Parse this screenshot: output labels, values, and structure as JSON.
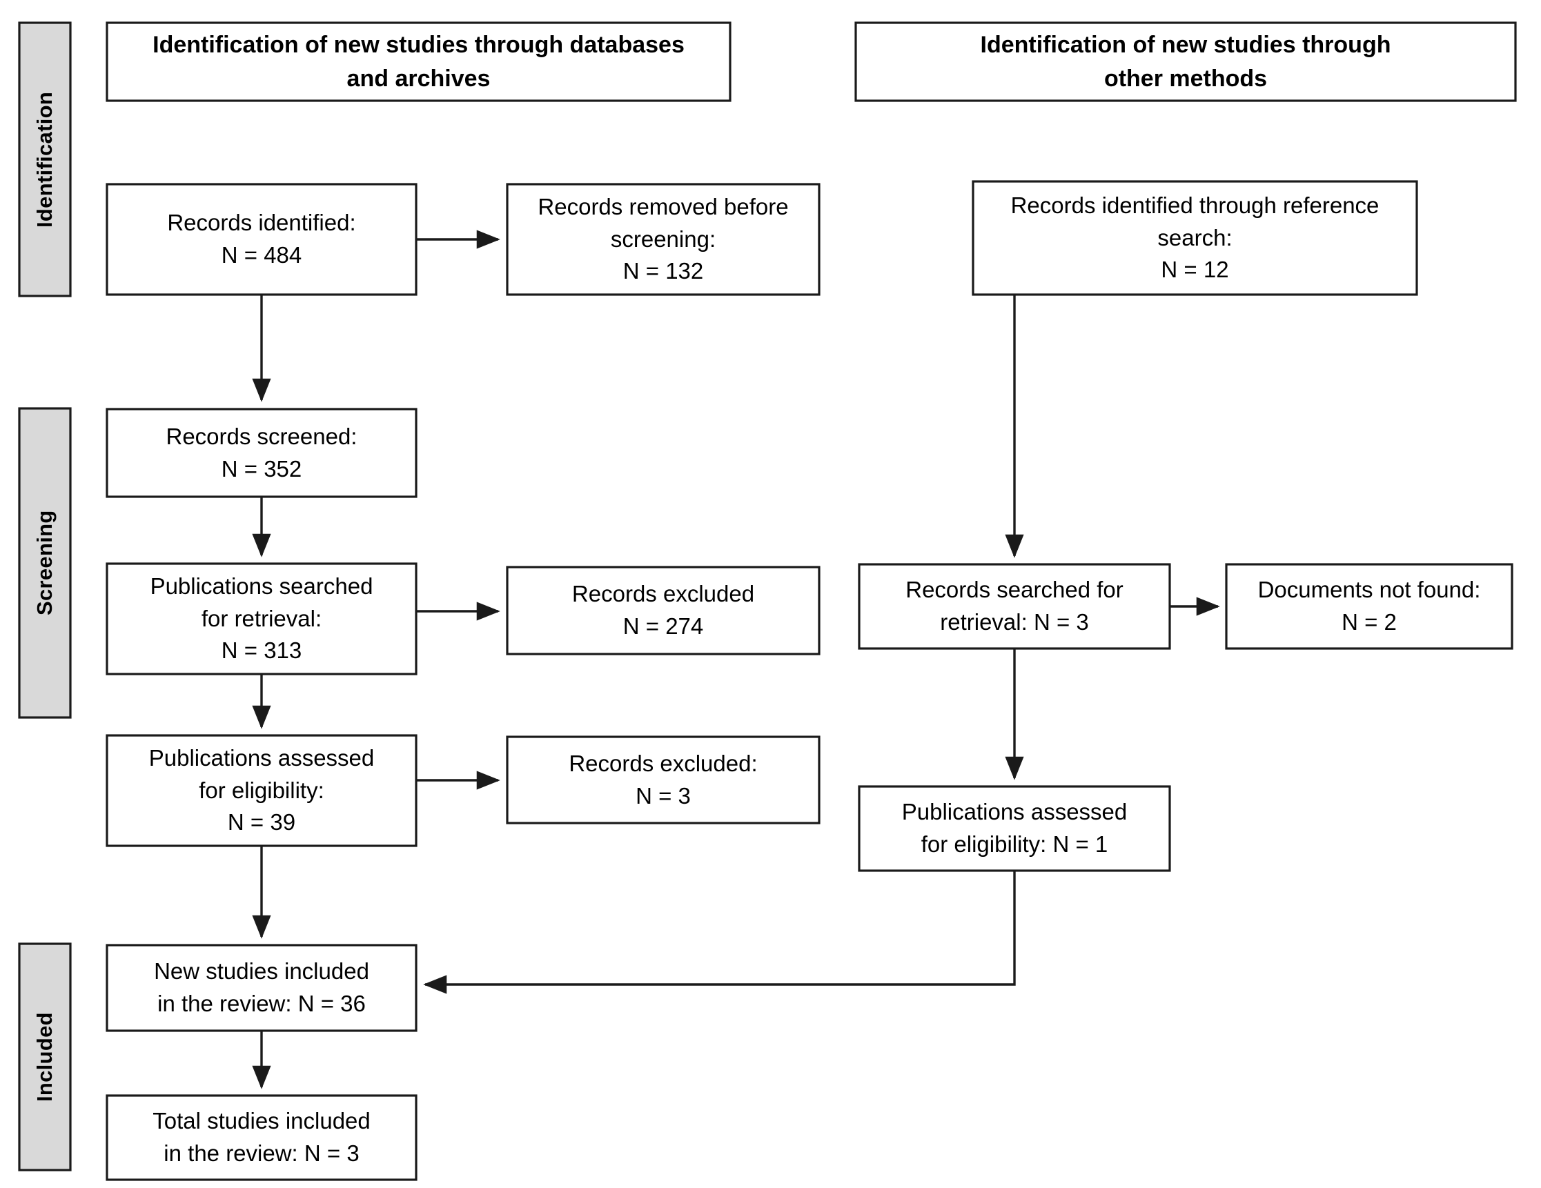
{
  "diagram": {
    "type": "prisma-flow-diagram",
    "title_visible": false,
    "colors": {
      "stage_fill": "#d9d9d9",
      "box_fill": "#ffffff",
      "stroke": "#1a1a1a"
    }
  },
  "stages": [
    {
      "id": "identification",
      "label": "Identification"
    },
    {
      "id": "screening",
      "label": "Screening"
    },
    {
      "id": "included",
      "label": "Included"
    }
  ],
  "headers": [
    {
      "id": "databases-header",
      "lines": [
        "Identification of new studies through databases",
        "and archives"
      ]
    },
    {
      "id": "other-methods-header",
      "lines": [
        "Identification of new studies through",
        "other methods"
      ]
    }
  ],
  "boxes": [
    {
      "id": "records-identified",
      "lines": [
        "Records identified:",
        "N = 484"
      ],
      "count": 484
    },
    {
      "id": "records-removed",
      "lines": [
        "Records removed before",
        "screening:",
        "N = 132"
      ],
      "count": 132
    },
    {
      "id": "records-identified-reference",
      "lines": [
        "Records identified through reference",
        "search:",
        "N = 12"
      ],
      "count": 12
    },
    {
      "id": "records-screened",
      "lines": [
        "Records screened:",
        "N = 352"
      ],
      "count": 352
    },
    {
      "id": "publications-searched-retrieval",
      "lines": [
        "Publications searched",
        "for retrieval:",
        "N = 313"
      ],
      "count": 313
    },
    {
      "id": "records-excluded-1",
      "lines": [
        "Records excluded",
        "N = 274"
      ],
      "count": 274
    },
    {
      "id": "records-searched-retrieval-other",
      "lines": [
        "Records searched for",
        "retrieval: N = 3"
      ],
      "count": 3
    },
    {
      "id": "documents-not-found",
      "lines": [
        "Documents not found:",
        "N = 2"
      ],
      "count": 2
    },
    {
      "id": "publications-assessed-eligibility",
      "lines": [
        "Publications assessed",
        "for eligibility:",
        "N = 39"
      ],
      "count": 39
    },
    {
      "id": "records-excluded-2",
      "lines": [
        "Records excluded:",
        "N = 3"
      ],
      "count": 3
    },
    {
      "id": "publications-assessed-eligibility-other",
      "lines": [
        "Publications assessed",
        "for eligibility: N = 1"
      ],
      "count": 1
    },
    {
      "id": "new-studies-included",
      "lines": [
        "New studies included",
        "in the review: N = 36"
      ],
      "count": 36
    },
    {
      "id": "total-studies-included",
      "lines": [
        "Total studies included",
        "in the review: N = 3"
      ],
      "count": 3
    }
  ]
}
